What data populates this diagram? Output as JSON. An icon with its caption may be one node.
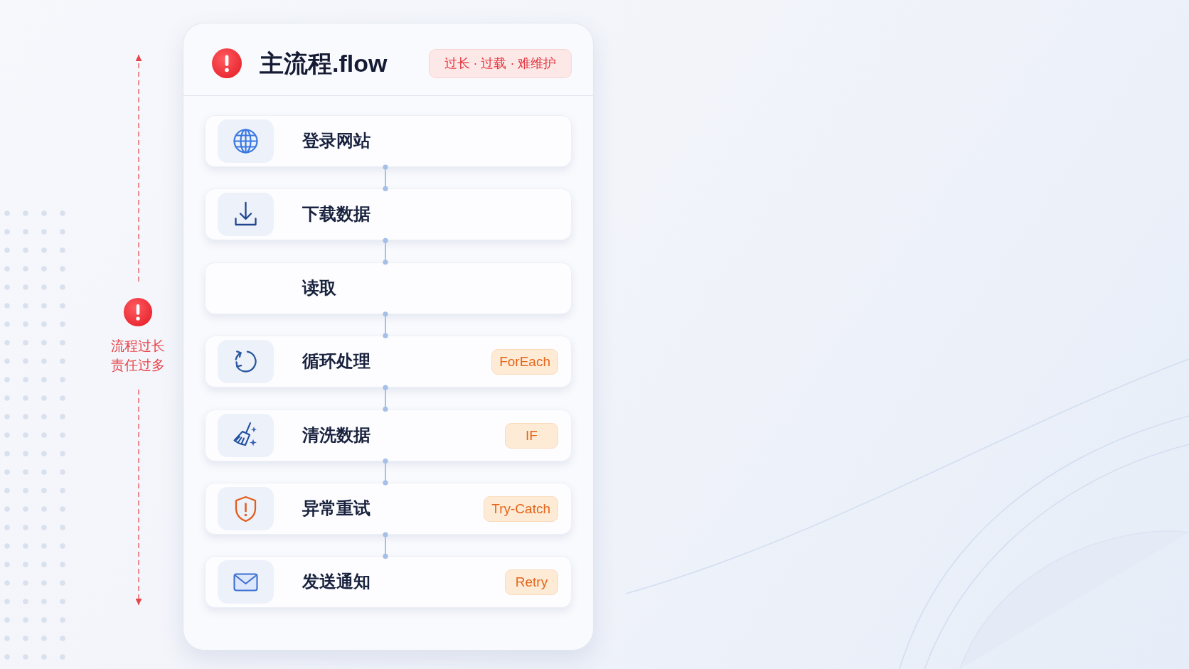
{
  "diagram": {
    "nodes": [
      {
        "text": [
          "主流程.flow"
        ]
      },
      {
        "text": [
          "过长 · 过载 · 难维护"
        ],
        "in": 0
      },
      {
        "text": [
          "登录网站"
        ],
        "in": 0
      },
      {
        "text": [
          "下载数据"
        ],
        "in": 0
      },
      {
        "text": [
          "读取"
        ],
        "in": 0
      },
      {
        "text": [
          "循环处理"
        ],
        "in": 0
      },
      {
        "text": [
          "ForEach"
        ],
        "in": 5
      },
      {
        "text": [
          "清洗数据"
        ],
        "in": 0
      },
      {
        "text": [
          "IF"
        ],
        "in": 7
      },
      {
        "text": [
          "异常重试"
        ],
        "in": 0
      },
      {
        "text": [
          "Try-Catch"
        ],
        "in": 9
      },
      {
        "text": [
          "发送通知"
        ],
        "in": 0
      },
      {
        "text": [
          "Retry"
        ],
        "in": 11
      }
    ],
    "edges": [
      {
        "from": 2,
        "to": 3,
        "arrow": "other"
      },
      {
        "from": 3,
        "to": 4,
        "arrow": "other"
      },
      {
        "from": 4,
        "to": 5,
        "arrow": "other"
      },
      {
        "from": 5,
        "to": 7,
        "arrow": "other"
      },
      {
        "from": 7,
        "to": 9,
        "arrow": "other"
      },
      {
        "from": 9,
        "to": 11,
        "arrow": "other"
      }
    ],
    "labels": [
      "流程过长责任过多"
    ]
  }
}
